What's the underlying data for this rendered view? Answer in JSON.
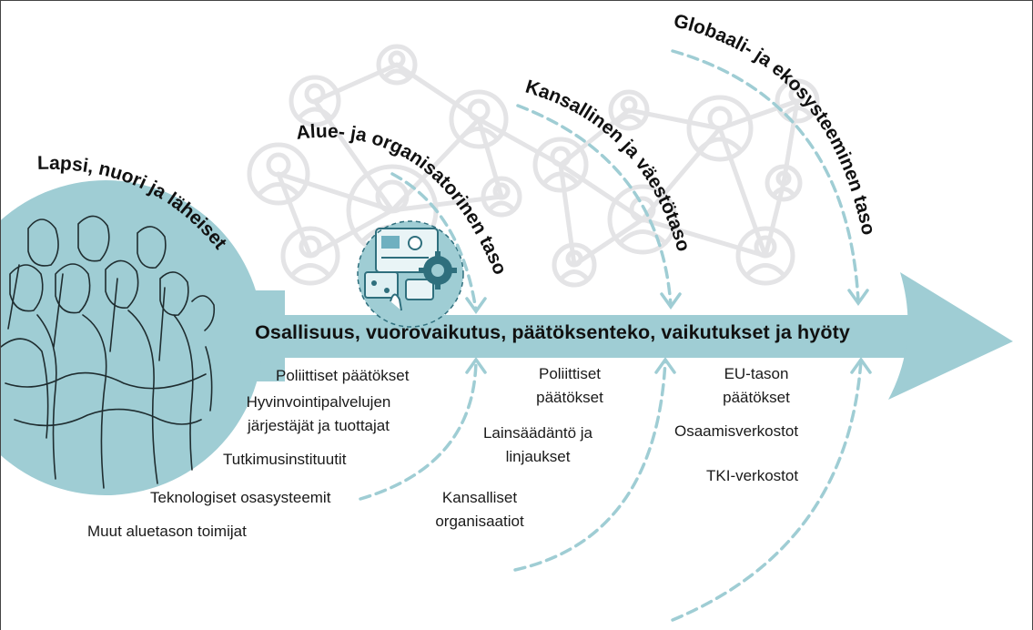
{
  "levels": {
    "child": "Lapsi, nuori ja läheiset",
    "regional": "Alue- ja organisatorinen taso",
    "national": "Kansallinen ja väestötaso",
    "global": "Globaali- ja ekosysteeminen taso"
  },
  "spine_label": "Osallisuus, vuorovaikutus, päätöksenteko, vaikutukset ja hyöty",
  "regional_items": [
    "Poliittiset päätökset",
    "Hyvinvointipalvelujen järjestäjät ja tuottajat",
    "Tutkimusinstituutit",
    "Teknologiset osasysteemit",
    "Muut aluetason toimijat"
  ],
  "national_items": [
    "Poliittiset päätökset",
    "Lainsäädäntö ja linjaukset",
    "Kansalliset organisaatiot"
  ],
  "global_items": [
    "EU-tason päätökset",
    "Osaamisverkostot",
    "TKI-verkostot"
  ],
  "colors": {
    "accent": "#9fcdd4",
    "accent_dark": "#8cc0c8",
    "network": "#e4e4e6",
    "text": "#111111"
  },
  "icons": [
    "people-group-icon",
    "person-network-icon",
    "digital-dashboard-icon",
    "gear-icon"
  ]
}
